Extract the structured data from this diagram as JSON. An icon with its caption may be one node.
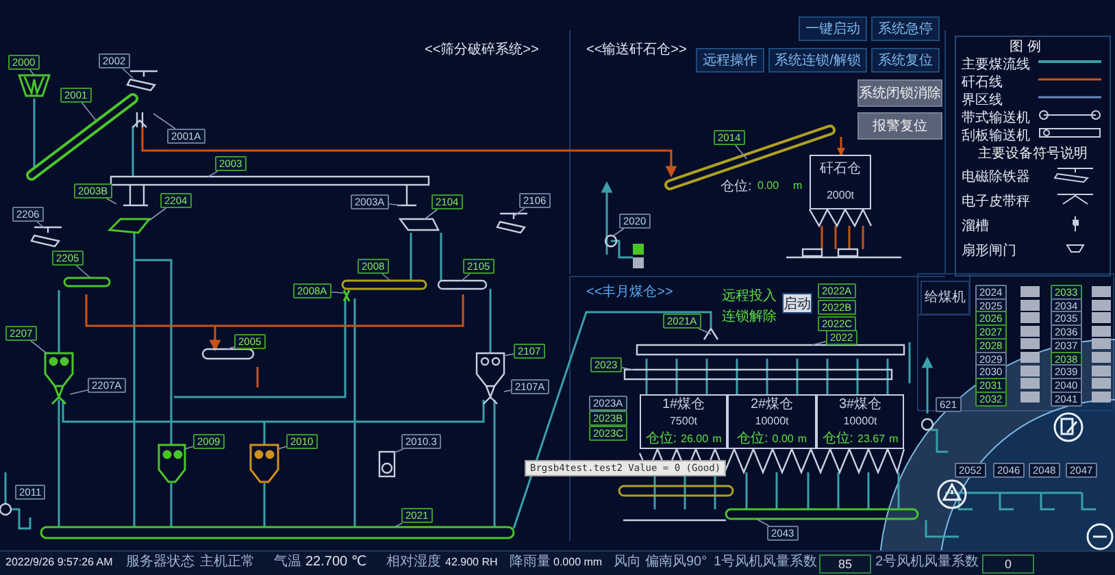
{
  "diagram": {
    "nodes": [
      {
        "text": [
          "2000"
        ]
      },
      {
        "text": [
          "2002"
        ]
      },
      {
        "text": [
          "2001"
        ]
      },
      {
        "text": [
          "2001A"
        ]
      },
      {
        "text": [
          "2003"
        ]
      },
      {
        "text": [
          "2003B"
        ]
      },
      {
        "text": [
          "2204"
        ]
      },
      {
        "text": [
          "2003A"
        ]
      },
      {
        "text": [
          "2104"
        ]
      },
      {
        "text": [
          "2106"
        ]
      },
      {
        "text": [
          "2206"
        ]
      },
      {
        "text": [
          "2205"
        ]
      },
      {
        "text": [
          "2008"
        ]
      },
      {
        "text": [
          "2105"
        ]
      },
      {
        "text": [
          "2008A"
        ]
      },
      {
        "text": [
          "2005"
        ]
      },
      {
        "text": [
          "2207"
        ]
      },
      {
        "text": [
          "2207A"
        ]
      },
      {
        "text": [
          "2107"
        ]
      },
      {
        "text": [
          "2107A"
        ]
      },
      {
        "text": [
          "2009"
        ]
      },
      {
        "text": [
          "2010"
        ]
      },
      {
        "text": [
          "2010.3"
        ]
      },
      {
        "text": [
          "2011"
        ]
      },
      {
        "text": [
          "2021"
        ]
      },
      {
        "text": [
          "2014"
        ]
      },
      {
        "text": [
          "2020"
        ]
      },
      {
        "text": [
          "矸石仓",
          "2000t"
        ]
      },
      {
        "text": [
          "2021A"
        ]
      },
      {
        "text": [
          "2022A"
        ]
      },
      {
        "text": [
          "2022B"
        ]
      },
      {
        "text": [
          "2022C"
        ]
      },
      {
        "text": [
          "2022"
        ]
      },
      {
        "text": [
          "2023"
        ]
      },
      {
        "text": [
          "2023A"
        ]
      },
      {
        "text": [
          "2023B"
        ]
      },
      {
        "text": [
          "2023C"
        ]
      },
      {
        "text": [
          "1#煤仓",
          "7500t",
          "仓位:",
          "26.00",
          "m"
        ]
      },
      {
        "text": [
          "2#煤仓",
          "10000t",
          "仓位:",
          "0.00",
          "m"
        ]
      },
      {
        "text": [
          "3#煤仓",
          "10000t",
          "仓位:",
          "23.67",
          "m"
        ]
      },
      {
        "text": [
          "2043"
        ]
      },
      {
        "text": [
          "621"
        ]
      },
      {
        "text": [
          "给煤机"
        ]
      },
      {
        "text": [
          "2024"
        ]
      },
      {
        "text": [
          "2025"
        ]
      },
      {
        "text": [
          "2026"
        ]
      },
      {
        "text": [
          "2027"
        ]
      },
      {
        "text": [
          "2028"
        ]
      },
      {
        "text": [
          "2029"
        ]
      },
      {
        "text": [
          "2030"
        ]
      },
      {
        "text": [
          "2031"
        ]
      },
      {
        "text": [
          "2032"
        ]
      },
      {
        "text": [
          "2033"
        ]
      },
      {
        "text": [
          "2034"
        ]
      },
      {
        "text": [
          "2035"
        ]
      },
      {
        "text": [
          "2036"
        ]
      },
      {
        "text": [
          "2037"
        ]
      },
      {
        "text": [
          "2038"
        ]
      },
      {
        "text": [
          "2039"
        ]
      },
      {
        "text": [
          "2040"
        ]
      },
      {
        "text": [
          "2041"
        ]
      },
      {
        "text": [
          "2052"
        ]
      },
      {
        "text": [
          "2046"
        ]
      },
      {
        "text": [
          "2048"
        ]
      },
      {
        "text": [
          "2047"
        ]
      }
    ],
    "edges": [
      {
        "from": 0,
        "to": null,
        "arrow": "none"
      },
      {
        "from": 1,
        "to": null,
        "arrow": "none"
      },
      {
        "from": 2,
        "to": null,
        "arrow": "none"
      },
      {
        "from": 3,
        "to": null,
        "arrow": "none"
      },
      {
        "from": 4,
        "to": null,
        "arrow": "none"
      },
      {
        "from": 5,
        "to": null,
        "arrow": "none"
      },
      {
        "from": 6,
        "to": null,
        "arrow": "none"
      },
      {
        "from": 7,
        "to": null,
        "arrow": "none"
      },
      {
        "from": 8,
        "to": null,
        "arrow": "none"
      },
      {
        "from": 9,
        "to": null,
        "arrow": "none"
      },
      {
        "from": 10,
        "to": null,
        "arrow": "none"
      },
      {
        "from": 11,
        "to": null,
        "arrow": "none"
      },
      {
        "from": 12,
        "to": null,
        "arrow": "none"
      },
      {
        "from": 13,
        "to": null,
        "arrow": "none"
      },
      {
        "from": 14,
        "to": null,
        "arrow": "none"
      },
      {
        "from": 15,
        "to": null,
        "arrow": "none"
      },
      {
        "from": 16,
        "to": null,
        "arrow": "none"
      },
      {
        "from": 17,
        "to": null,
        "arrow": "none"
      },
      {
        "from": 18,
        "to": null,
        "arrow": "none"
      },
      {
        "from": 19,
        "to": null,
        "arrow": "none"
      },
      {
        "from": 20,
        "to": null,
        "arrow": "none"
      },
      {
        "from": 21,
        "to": null,
        "arrow": "none"
      },
      {
        "from": 22,
        "to": null,
        "arrow": "none"
      },
      {
        "from": 24,
        "to": null,
        "arrow": "none"
      },
      {
        "from": 25,
        "to": null,
        "arrow": "none"
      },
      {
        "from": 26,
        "to": null,
        "arrow": "none"
      },
      {
        "from": 28,
        "to": null,
        "arrow": "none"
      },
      {
        "from": 32,
        "to": null,
        "arrow": "none"
      },
      {
        "from": 33,
        "to": null,
        "arrow": "none"
      },
      {
        "from": 40,
        "to": null,
        "arrow": "none"
      },
      {
        "from": null,
        "to": 27,
        "arrow": "to",
        "color": "#c8541a"
      }
    ],
    "labels": [
      "<<筛分破碎系统>>",
      "<<输送矸石仓>>",
      "一键启动",
      "系统急停",
      "远程操作",
      "系统连锁/解锁",
      "系统复位",
      "系统闭锁消除",
      "报警复位",
      "图 例",
      "主要设备符号说明",
      "仓位:",
      "0.00",
      "m",
      "<<丰月煤仓>>",
      "远程投入",
      "连锁解除",
      "启动",
      "Brgsb4test.test2 Value = 0 (Good)",
      "2022/9/26 9:57:26 AM",
      "服务器状态",
      "主机正常",
      "气温",
      "22.700 ℃",
      "相对湿度",
      "42.900 RH",
      "降雨量",
      "0.000 mm",
      "风向",
      "偏南风90°",
      "1号风机风量系数",
      "85",
      "2号风机风量系数",
      "0"
    ],
    "legend": [
      {
        "text": "主要煤流线"
      },
      {
        "text": "矸石线"
      },
      {
        "text": "界区线"
      },
      {
        "text": "带式输送机"
      },
      {
        "text": "刮板输送机"
      },
      {
        "text": "电磁除铁器"
      },
      {
        "text": "电子皮带秤"
      },
      {
        "text": "溜槽"
      },
      {
        "text": "扇形闸门"
      }
    ]
  }
}
